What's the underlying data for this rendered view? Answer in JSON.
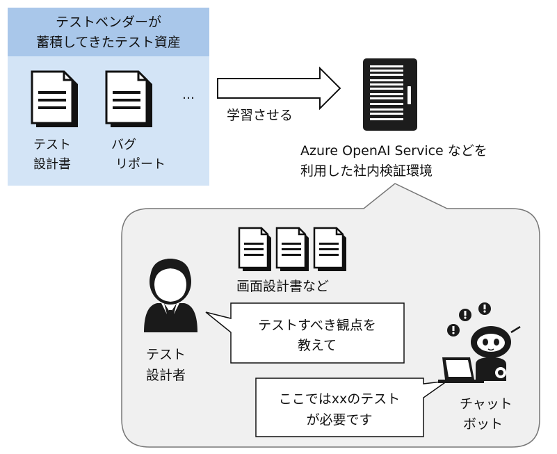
{
  "assets_box": {
    "title_line1": "テストベンダーが",
    "title_line2": "蓄積してきたテスト資産",
    "ellipsis": "…",
    "doc1_line1": "テスト",
    "doc1_line2": "設計書",
    "doc2_line1": "バグ",
    "doc2_line2": "リポート"
  },
  "arrow_label": "学習させる",
  "server_caption_line1": "Azure OpenAI Service などを",
  "server_caption_line2": "利用した社内検証環境",
  "docs_caption": "画面設計書など",
  "designer_label_line1": "テスト",
  "designer_label_line2": "設計者",
  "designer_bubble_line1": "テストすべき観点を",
  "designer_bubble_line2": "教えて",
  "bot_bubble_line1": "ここではxxのテスト",
  "bot_bubble_line2": "が必要です",
  "bot_label_line1": "チャット",
  "bot_label_line2": "ボット",
  "colors": {
    "assets_header": "#a9c7ea",
    "assets_body": "#d3e4f6",
    "environment_bg": "#f0f0f0",
    "stroke": "#777777"
  }
}
